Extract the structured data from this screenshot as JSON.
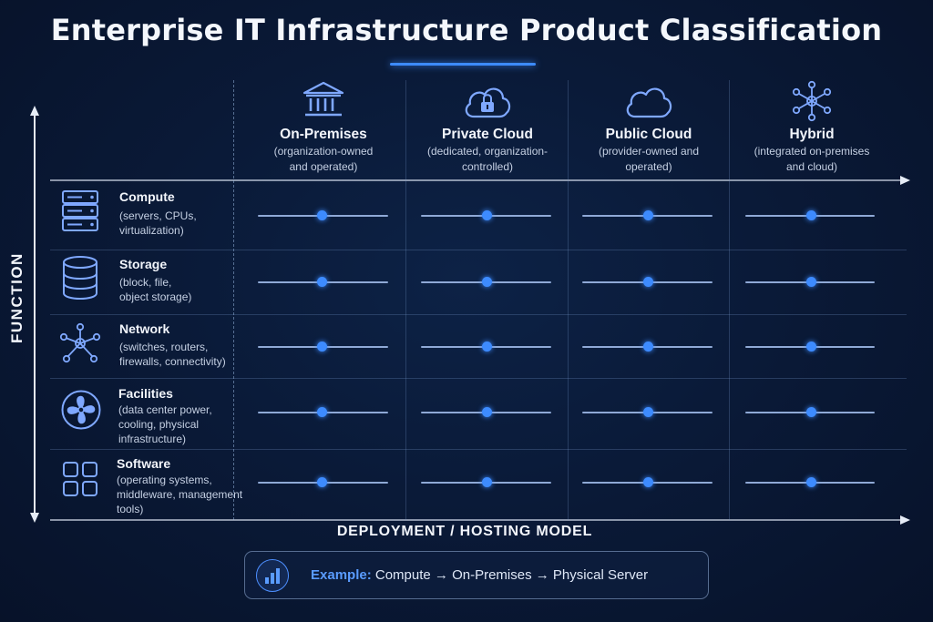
{
  "title": "Enterprise IT Infrastructure Product Classification",
  "axes": {
    "y_label": "FUNCTION",
    "x_label": "DEPLOYMENT / HOSTING MODEL"
  },
  "columns": [
    {
      "title": "On-Premises",
      "sub1": "(organization-owned",
      "sub2": "and operated)",
      "icon": "building-columns-icon"
    },
    {
      "title": "Private Cloud",
      "sub1": "(dedicated, organization-",
      "sub2": "controlled)",
      "icon": "cloud-lock-icon"
    },
    {
      "title": "Public Cloud",
      "sub1": "(provider-owned and",
      "sub2": "operated)",
      "icon": "cloud-icon"
    },
    {
      "title": "Hybrid",
      "sub1": "(integrated on-premises",
      "sub2": "and cloud)",
      "icon": "network-hub-icon"
    }
  ],
  "rows": [
    {
      "title": "Compute",
      "lines": [
        "(servers, CPUs,",
        "virtualization)"
      ],
      "icon": "server-rack-icon"
    },
    {
      "title": "Storage",
      "lines": [
        "(block, file,",
        "object storage)"
      ],
      "icon": "database-icon"
    },
    {
      "title": "Network",
      "lines": [
        "(switches, routers,",
        "firewalls, connectivity)"
      ],
      "icon": "network-nodes-icon"
    },
    {
      "title": "Facilities",
      "lines": [
        "(data center power,",
        "cooling, physical",
        "infrastructure)"
      ],
      "icon": "fan-icon"
    },
    {
      "title": "Software",
      "lines": [
        "(operating systems,",
        "middleware, management",
        "tools)"
      ],
      "icon": "apps-grid-icon"
    }
  ],
  "example": {
    "label": "Example:",
    "text": "Compute → On-Premises → Physical Server",
    "icon": "bar-chart-icon"
  },
  "colors": {
    "accent": "#3d8bff",
    "background": "#0a1a38"
  }
}
